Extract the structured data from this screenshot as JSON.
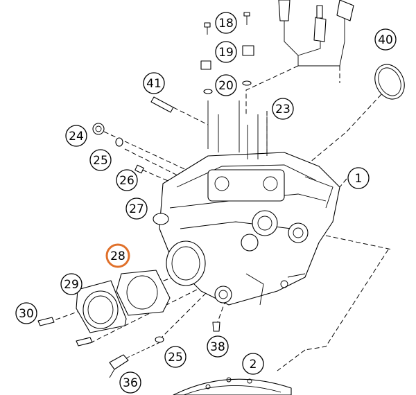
{
  "callouts": {
    "c1": "1",
    "c2": "2",
    "c18": "18",
    "c19": "19",
    "c20": "20",
    "c23": "23",
    "c24": "24",
    "c25a": "25",
    "c25b": "25",
    "c26": "26",
    "c27": "27",
    "c28": "28",
    "c29": "29",
    "c30": "30",
    "c36": "36",
    "c38": "38",
    "c40": "40",
    "c41": "41"
  },
  "highlight_color": "#e0702a"
}
